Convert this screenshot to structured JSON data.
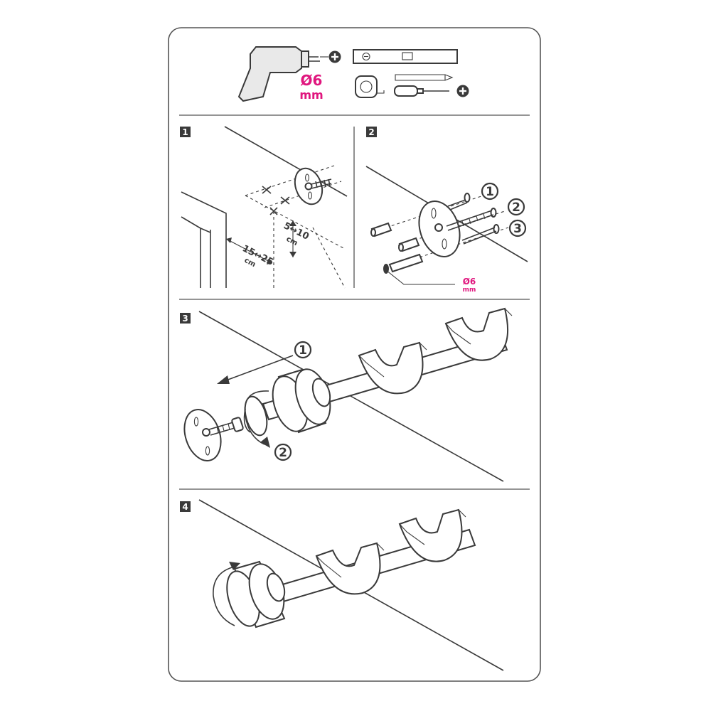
{
  "drill": {
    "diameter_label": "Ø6",
    "unit_label": "mm"
  },
  "steps": [
    {
      "number": "1",
      "spacing_vertical_label": "5↔10",
      "spacing_vertical_unit": "cm",
      "spacing_horizontal_label": "15↔25",
      "spacing_horizontal_unit": "cm"
    },
    {
      "number": "2",
      "callouts": [
        "1",
        "2",
        "3"
      ],
      "drill_diameter_label": "Ø6",
      "drill_unit_label": "mm"
    },
    {
      "number": "3",
      "callouts": [
        "1",
        "2"
      ]
    },
    {
      "number": "4"
    }
  ],
  "colors": {
    "accent": "#e0167e",
    "line": "#3a3a3a",
    "frame": "#555555"
  }
}
